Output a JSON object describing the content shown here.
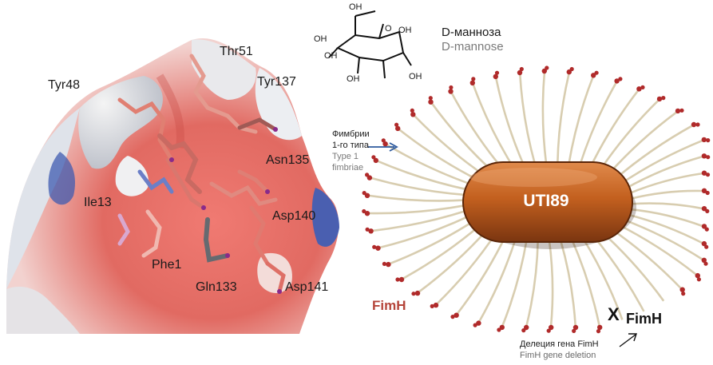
{
  "residues": {
    "tyr48": "Tyr48",
    "thr51": "Thr51",
    "tyr137": "Tyr137",
    "asn135": "Asn135",
    "ile13": "Ile13",
    "asp140": "Asp140",
    "phe1": "Phe1",
    "gln133": "Gln133",
    "asp141": "Asp141"
  },
  "sugar": {
    "name_ru": "D-манноза",
    "name_en": "D-mannose",
    "hydroxyl": "OH",
    "ring_oxygen": "O"
  },
  "fimbriae": {
    "ru_line1": "Фимбрии",
    "ru_line2": "1-го типа",
    "en_line1": "Type 1",
    "en_line2": "fimbriae"
  },
  "bacterium": {
    "label": "UTI89"
  },
  "adhesin": {
    "label_red": "FimH",
    "label_black": "FimH",
    "x_mark": "X"
  },
  "deletion": {
    "ru": "Делеция гена FimH",
    "en": "FimH gene deletion"
  },
  "colors": {
    "surface_red": "#d9534f",
    "surface_blue": "#4a5fb0",
    "bacterium": "#b8521d",
    "pilus": "#d8cdb0",
    "tip": "#b02a2a",
    "arrow_blue": "#2d5a9e"
  }
}
